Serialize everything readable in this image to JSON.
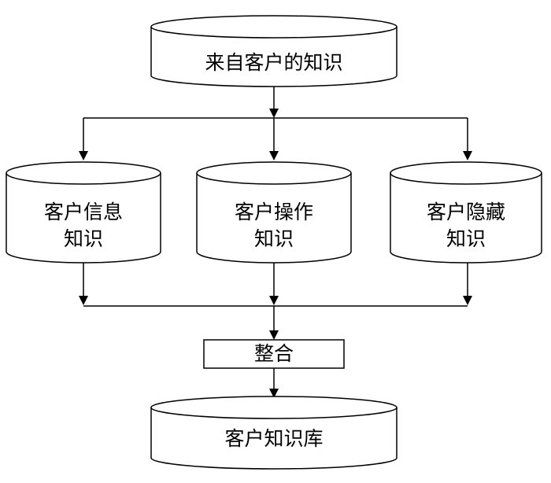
{
  "nodes": {
    "source": {
      "label": "来自客户的知识"
    },
    "info": {
      "line1": "客户信息",
      "line2": "知识"
    },
    "op": {
      "line1": "客户操作",
      "line2": "知识"
    },
    "hidden": {
      "line1": "客户隐藏",
      "line2": "知识"
    },
    "merge": {
      "label": "整合"
    },
    "target": {
      "label": "客户知识库"
    }
  }
}
